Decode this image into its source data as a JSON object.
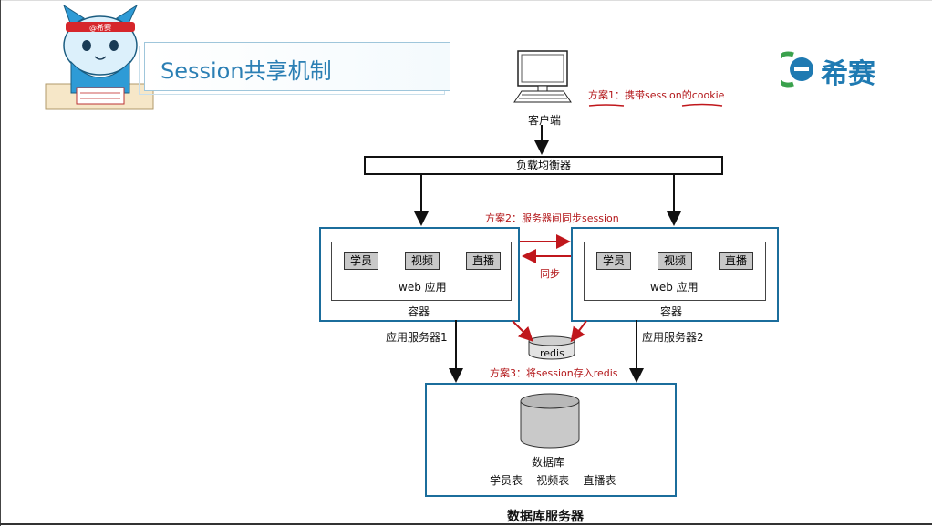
{
  "slide": {
    "title": "Session共享机制",
    "brand": "希赛",
    "mascot_badge": "@希赛"
  },
  "diagram": {
    "client_label": "客户端",
    "plan1": "方案1：携带session的cookie",
    "load_balancer": "负载均衡器",
    "plan2": "方案2：服务器间同步session",
    "sync_label": "同步",
    "plan3": "方案3：将session存入redis",
    "redis_label": "redis",
    "server1": {
      "chips": [
        "学员",
        "视频",
        "直播"
      ],
      "web_app": "web 应用",
      "container": "容器",
      "name": "应用服务器1"
    },
    "server2": {
      "chips": [
        "学员",
        "视频",
        "直播"
      ],
      "web_app": "web 应用",
      "container": "容器",
      "name": "应用服务器2"
    },
    "db": {
      "db_label": "数据库",
      "tables": "学员表    视频表    直播表",
      "server_name": "数据库服务器"
    }
  },
  "colors": {
    "accent": "#2b7fb4",
    "red": "#b3171a",
    "box_border": "#1b6d9c"
  }
}
